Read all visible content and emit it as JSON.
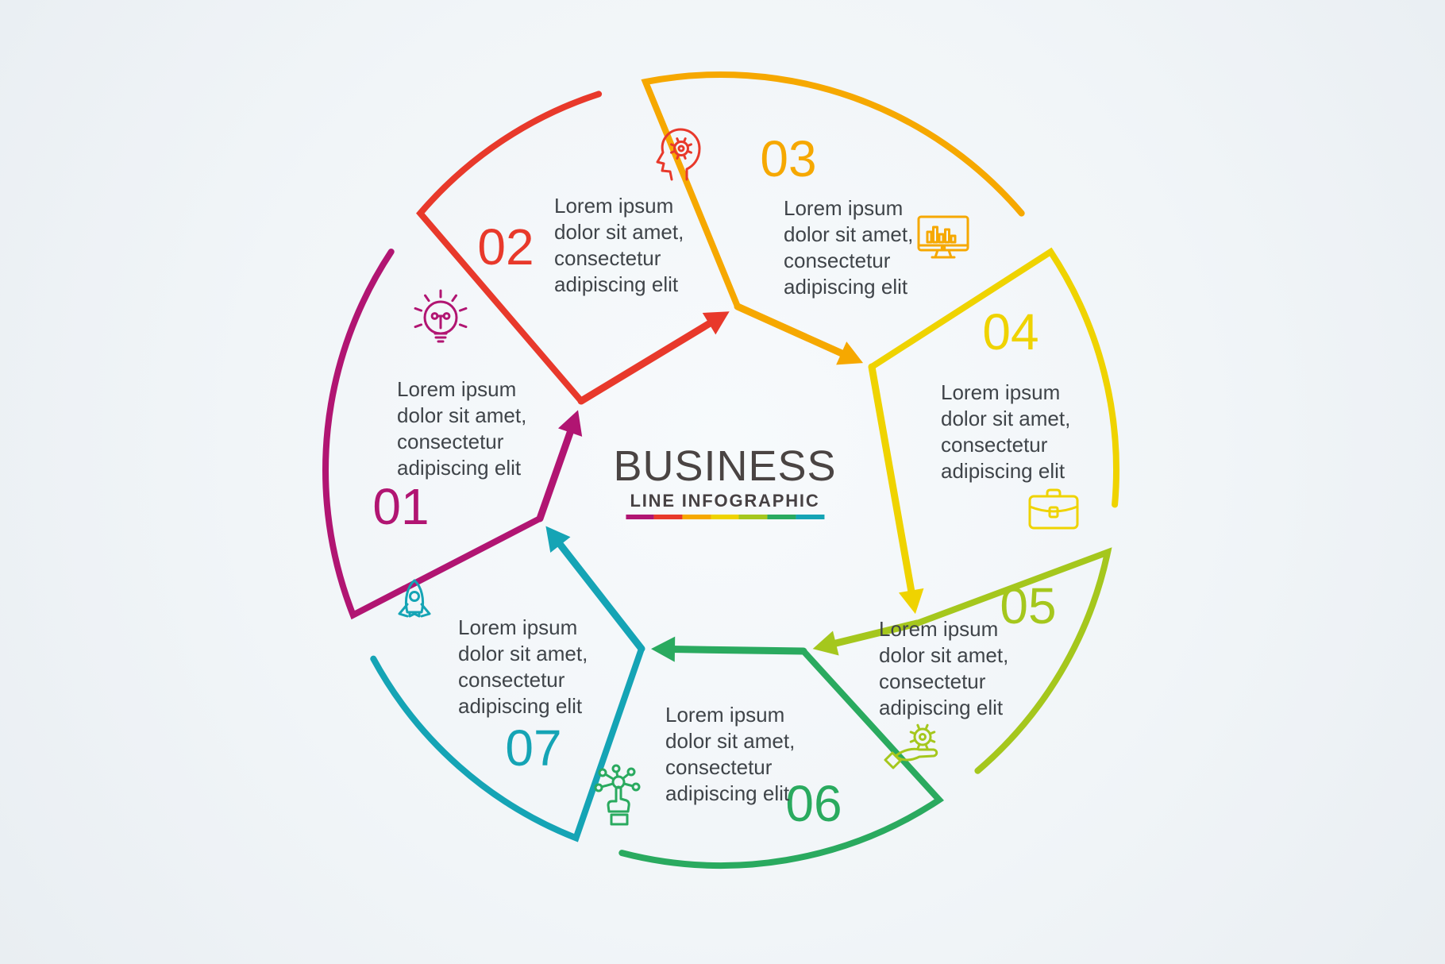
{
  "center": {
    "title": "BUSINESS",
    "subtitle": "LINE INFOGRAPHIC"
  },
  "steps": [
    {
      "label": "01",
      "color": "#b11572",
      "icon": "idea-lightbulb-icon",
      "text": "Lorem ipsum dolor sit amet, consectetur adipiscing elit"
    },
    {
      "label": "02",
      "color": "#e8392b",
      "icon": "head-gear-icon",
      "text": "Lorem ipsum dolor sit amet, consectetur adipiscing elit"
    },
    {
      "label": "03",
      "color": "#f6a800",
      "icon": "monitor-chart-icon",
      "text": "Lorem ipsum dolor sit amet, consectetur adipiscing elit"
    },
    {
      "label": "04",
      "color": "#efd300",
      "icon": "briefcase-icon",
      "text": "Lorem ipsum dolor sit amet, consectetur adipiscing elit"
    },
    {
      "label": "05",
      "color": "#a5c71d",
      "icon": "hand-gear-icon",
      "text": "Lorem ipsum dolor sit amet, consectetur adipiscing elit"
    },
    {
      "label": "06",
      "color": "#2aaa5f",
      "icon": "touch-network-icon",
      "text": "Lorem ipsum dolor sit amet, consectetur adipiscing elit"
    },
    {
      "label": "07",
      "color": "#15a4b5",
      "icon": "rocket-icon",
      "text": "Lorem ipsum dolor sit amet, consectetur adipiscing elit"
    }
  ],
  "background": "#f1f5f8"
}
